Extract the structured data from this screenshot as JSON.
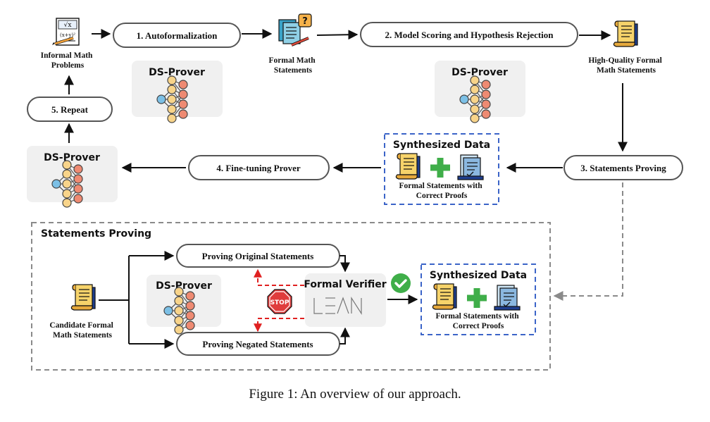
{
  "steps": {
    "autoformalization": "1. Autoformalization",
    "scoring": "2. Model Scoring and Hypothesis Rejection",
    "proving": "3. Statements Proving",
    "finetuning": "4. Fine-tuning Prover",
    "repeat": "5. Repeat"
  },
  "labels": {
    "informal": [
      "Informal Math",
      "Problems"
    ],
    "formal": [
      "Formal Math",
      "Statements"
    ],
    "high_quality": [
      "High-Quality Formal",
      "Math Statements"
    ],
    "formal_correct": [
      "Formal Statements with",
      "Correct Proofs"
    ],
    "candidate": [
      "Candidate Formal",
      "Math Statements"
    ]
  },
  "model": {
    "name": "DS-Prover"
  },
  "synth": {
    "title": "Synthesized Data"
  },
  "proving_panel": {
    "title": "Statements Proving",
    "original": "Proving Original Statements",
    "negated": "Proving Negated Statements",
    "verifier": "Formal Verifier",
    "stop": "STOP",
    "lean_logo": "LEAN"
  },
  "caption": "Figure 1: An overview of our approach.",
  "colors": {
    "blue_dash": "#3b64c8",
    "gray_dash": "#8a8a8a",
    "red_dash": "#e02020",
    "green": "#3fae49",
    "model_bg": "#f0f0f0"
  }
}
